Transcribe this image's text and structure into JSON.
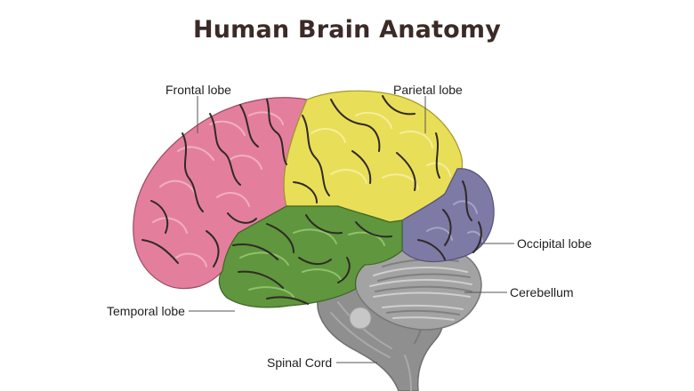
{
  "title": "Human Brain Anatomy",
  "labels": {
    "frontal": "Frontal lobe",
    "parietal": "Parietal lobe",
    "occipital": "Occipital lobe",
    "cerebellum": "Cerebellum",
    "temporal": "Temporal lobe",
    "spinal": "Spinal Cord"
  },
  "colors": {
    "frontal": "#e37f9c",
    "parietal": "#e9de58",
    "occipital": "#7d7aa6",
    "temporal": "#5f963e",
    "cerebellum": "#a3a3a3",
    "brainstem": "#8f8f8f",
    "title": "#3b2a26"
  }
}
